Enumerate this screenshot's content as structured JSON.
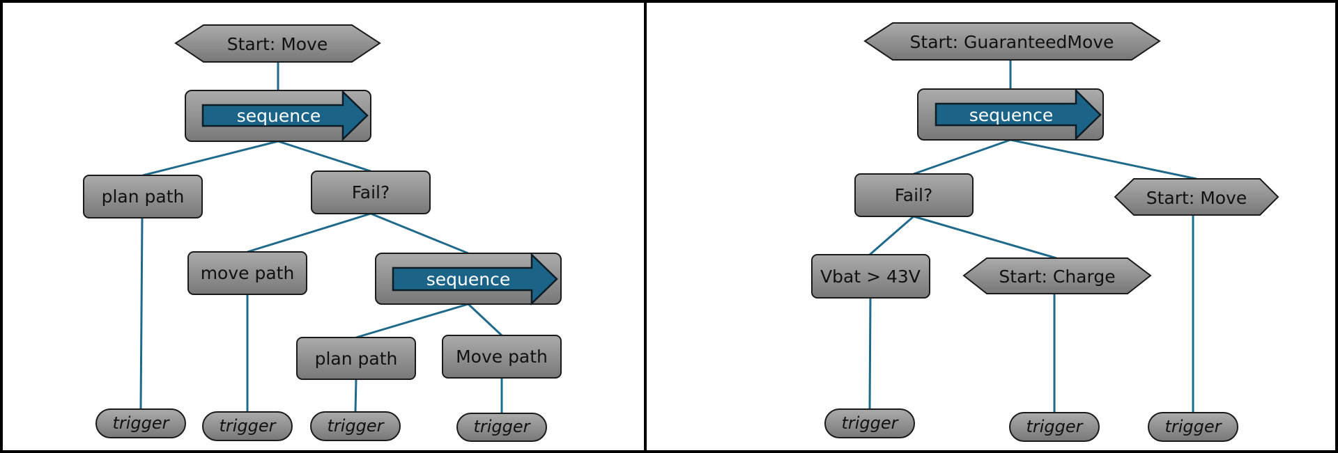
{
  "left_panel": {
    "root": "Start: Move",
    "sequence_1": "sequence",
    "plan_path": "plan path",
    "fail": "Fail?",
    "move_path": "move path",
    "sequence_2": "sequence",
    "plan_path_2": "plan path",
    "move_path_2": "Move path",
    "triggers": [
      "trigger",
      "trigger",
      "trigger",
      "trigger"
    ]
  },
  "right_panel": {
    "root": "Start: GuaranteedMove",
    "sequence": "sequence",
    "fail": "Fail?",
    "start_move": "Start: Move",
    "vbat": "Vbat > 43V",
    "start_charge": "Start: Charge",
    "triggers": [
      "trigger",
      "trigger",
      "trigger"
    ]
  },
  "colors": {
    "node_fill_top": "#a6a6a6",
    "node_fill_bottom": "#7a7a7a",
    "sequence_arrow": "#1b6487",
    "edge": "#1f6a8a"
  }
}
